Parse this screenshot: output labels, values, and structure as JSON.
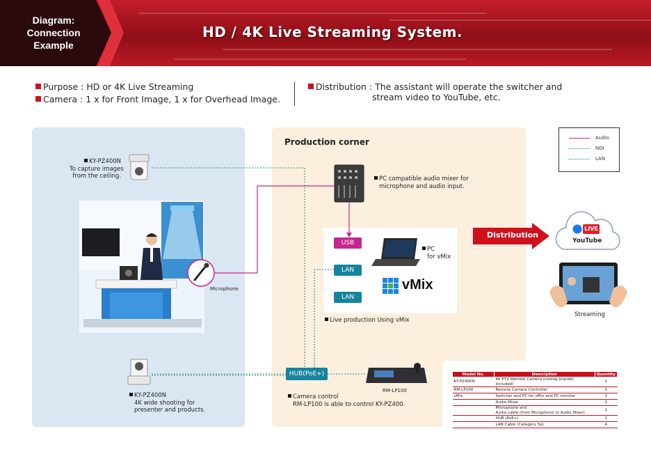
{
  "header": {
    "tab_title": "Diagram:\nConnection\nExample",
    "title": "HD / 4K Live Streaming System."
  },
  "summary": {
    "purpose": "Purpose : HD or 4K Live Streaming",
    "camera": "Camera : 1 x for Front Image, 1 x for Overhead Image.",
    "distribution_label": "Distribution :",
    "distribution_line1": "The assistant will operate the switcher and",
    "distribution_line2": "stream video to YouTube, etc."
  },
  "production_corner": {
    "title": "Production corner",
    "mixer_label_1": "PC compatible audio mixer for",
    "mixer_label_2": "microphone and audio input.",
    "pc_label_1": "PC",
    "pc_label_2": "for vMix",
    "usb_tag": "USB",
    "lan_tag_1": "LAN",
    "lan_tag_2": "LAN",
    "vmix_logo": "vMix",
    "live_production": "Live production Using vMix",
    "hub_tag": "HUB(PoE+)",
    "rm_label": "RM-LP100",
    "camera_control_1": "Camera control",
    "camera_control_2": "RM-LP100 is able to control KY-PZ400."
  },
  "studio": {
    "cam_top_1": "KY-PZ400N",
    "cam_top_2": "To capture images",
    "cam_top_3": "from the ceiling.",
    "microphone": "Microphone",
    "cam_bottom_1": "KY-PZ400N",
    "cam_bottom_2": "4K wide shooting for",
    "cam_bottom_3": "presenter and products."
  },
  "legend": {
    "items": [
      {
        "label": "Audio",
        "color": "#c2288e",
        "style": "solid"
      },
      {
        "label": "NDI",
        "color": "#1a9a5a",
        "style": "dotted"
      },
      {
        "label": "LAN",
        "color": "#16849c",
        "style": "dotted"
      }
    ]
  },
  "distribution": {
    "arrow_label": "Distribution",
    "live_badge": "LIVE",
    "youtube": "YouTube",
    "streaming": "Streaming"
  },
  "parts_table": {
    "headers": [
      "Model No.",
      "Description",
      "Quantity"
    ],
    "rows": [
      [
        "KY-PZ400N",
        "4K PTZ Remote Camera (ceiling bracket, included)",
        "2"
      ],
      [
        "RM-LP100",
        "Remote Camera Controller",
        "1"
      ],
      [
        "vMix",
        "Switcher and PC for vMix and PC monitor",
        "1"
      ],
      [
        "",
        "Audio Mixer",
        "1"
      ],
      [
        "",
        "Microphone and\nAudio cable (from Microphone to Audio Mixer)",
        "1"
      ],
      [
        "",
        "HUB (PoE+)",
        "1"
      ],
      [
        "",
        "LAN Cable (Category 5e)",
        "4"
      ]
    ]
  },
  "colors": {
    "accent_red": "#d0101c",
    "audio": "#c2288e",
    "lan": "#16849c",
    "ndi": "#1a9a5a"
  }
}
